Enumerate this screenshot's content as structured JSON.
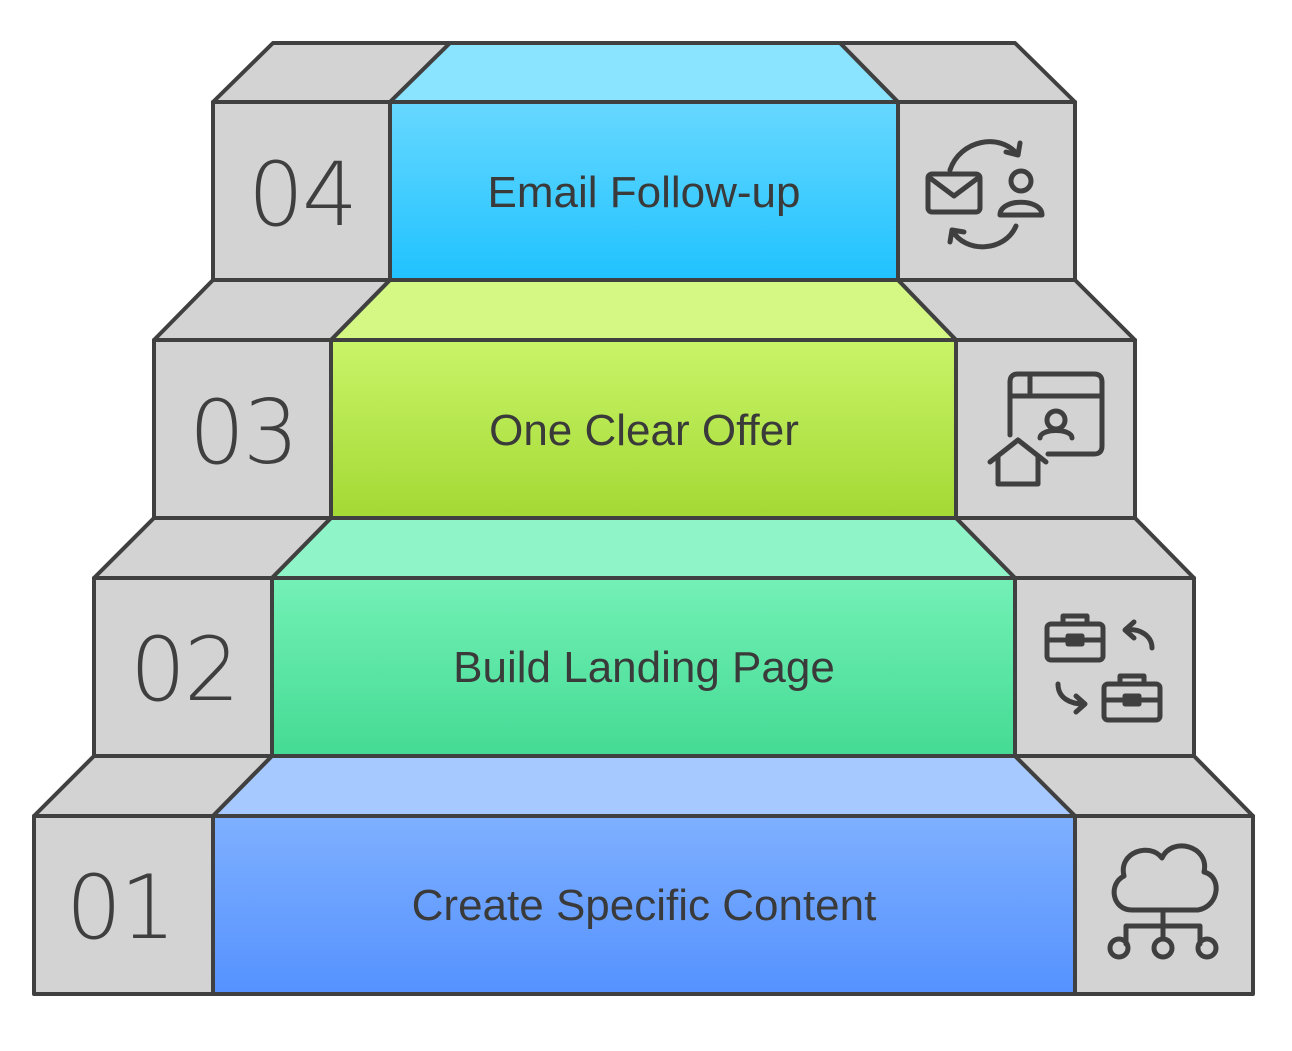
{
  "steps": [
    {
      "number": "01",
      "label": "Create Specific Content",
      "icon": "cloud-network-icon",
      "color_top": "#a6caff",
      "color_face_top": "#7fb0ff",
      "color_face_bottom": "#5592ff"
    },
    {
      "number": "02",
      "label": "Build Landing Page",
      "icon": "briefcase-swap-icon",
      "color_top": "#8ff5c8",
      "color_face_top": "#74f0b6",
      "color_face_bottom": "#44db94"
    },
    {
      "number": "03",
      "label": "One Clear Offer",
      "icon": "profile-page-home-icon",
      "color_top": "#d5f884",
      "color_face_top": "#c9f468",
      "color_face_bottom": "#a3d934"
    },
    {
      "number": "04",
      "label": "Email Follow-up",
      "icon": "email-contact-cycle-icon",
      "color_top": "#8ae3ff",
      "color_face_top": "#67d8ff",
      "color_face_bottom": "#1fc2ff"
    }
  ],
  "colors": {
    "block_fill": "#d3d3d3",
    "block_stroke": "#404040",
    "text": "#3a3a3a"
  }
}
